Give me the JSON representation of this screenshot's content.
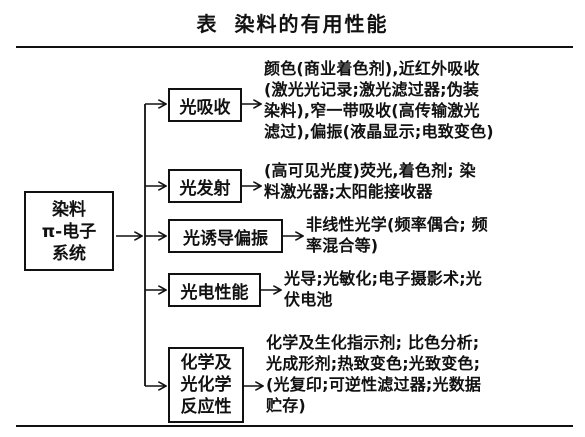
{
  "title": {
    "label": "表",
    "text": "染料的有用性能"
  },
  "source": {
    "lines": [
      "染料",
      "π-电子",
      "系统"
    ]
  },
  "properties": [
    {
      "category": [
        "光吸收"
      ],
      "applications": [
        "颜色(商业着色剂),近红外吸收",
        "(激光光记录;激光滤过器;伪装",
        "染料),窄一带吸收(高传输激光",
        "滤过),偏振(液晶显示;电致变色)"
      ]
    },
    {
      "category": [
        "光发射"
      ],
      "applications": [
        "(高可见光度)荧光,着色剂; 染",
        "料激光器;太阳能接收器"
      ]
    },
    {
      "category": [
        "光诱导偏振"
      ],
      "applications": [
        "非线性光学(频率偶合; 频",
        "率混合等)"
      ]
    },
    {
      "category": [
        "光电性能"
      ],
      "applications": [
        "光导;光敏化;电子摄影术;光",
        "伏电池"
      ]
    },
    {
      "category": [
        "化学及",
        "光化学",
        "反应性"
      ],
      "applications": [
        "化学及生化指示剂; 比色分析;",
        "光成形剂;热致变色;光致变色;",
        "(光复印;可逆性滤过器;光数据",
        "贮存)"
      ]
    }
  ]
}
